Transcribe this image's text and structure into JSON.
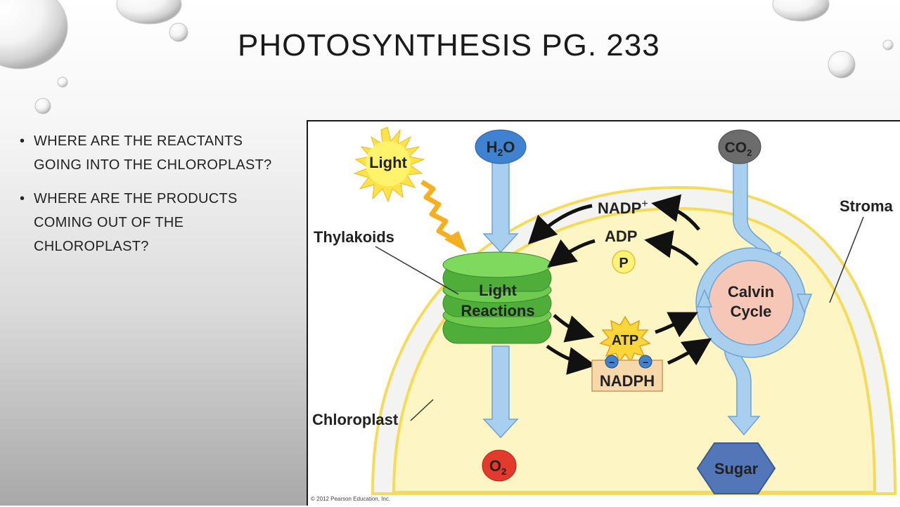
{
  "slide": {
    "title": "PHOTOSYNTHESIS PG. 233",
    "bullets": [
      {
        "marker": "•",
        "text": "Where are the reactants going into the chloroplast?"
      },
      {
        "marker": "•",
        "text": "Where are the products coming out of the chloroplast?"
      }
    ]
  },
  "diagram": {
    "light": "Light",
    "h2o": {
      "main": "H",
      "sub": "2",
      "tail": "O"
    },
    "co2": {
      "main": "CO",
      "sub": "2"
    },
    "o2": {
      "main": "O",
      "sub": "2"
    },
    "stroma": "Stroma",
    "thylakoids": "Thylakoids",
    "chloroplast": "Chloroplast",
    "light_reactions": {
      "line1": "Light",
      "line2": "Reactions"
    },
    "calvin_cycle": {
      "line1": "Calvin",
      "line2": "Cycle"
    },
    "nadp": {
      "main": "NADP",
      "sup": "+"
    },
    "adp": "ADP",
    "p": "P",
    "atp": "ATP",
    "nadph": "NADPH",
    "electron1": "–",
    "electron2": "–",
    "sugar": "Sugar",
    "copyright": "© 2012 Pearson Education, Inc.",
    "colors": {
      "membrane_fill": "#f3f4f1",
      "stroma_fill": "#fdf6c4",
      "membrane_stroke": "#f4dc5a",
      "thylakoid_green": "#6ecb4f",
      "calvin_fill": "#f6c6b6",
      "arrow_blue": "#a9cfee",
      "h2o_blue": "#3f82cf",
      "co2_gray": "#6c6c6c",
      "o2_red": "#e23b2e",
      "sugar_blue": "#5276b8",
      "atp_yellow": "#f9d63a",
      "nadph_tan": "#f7d8ab"
    }
  }
}
